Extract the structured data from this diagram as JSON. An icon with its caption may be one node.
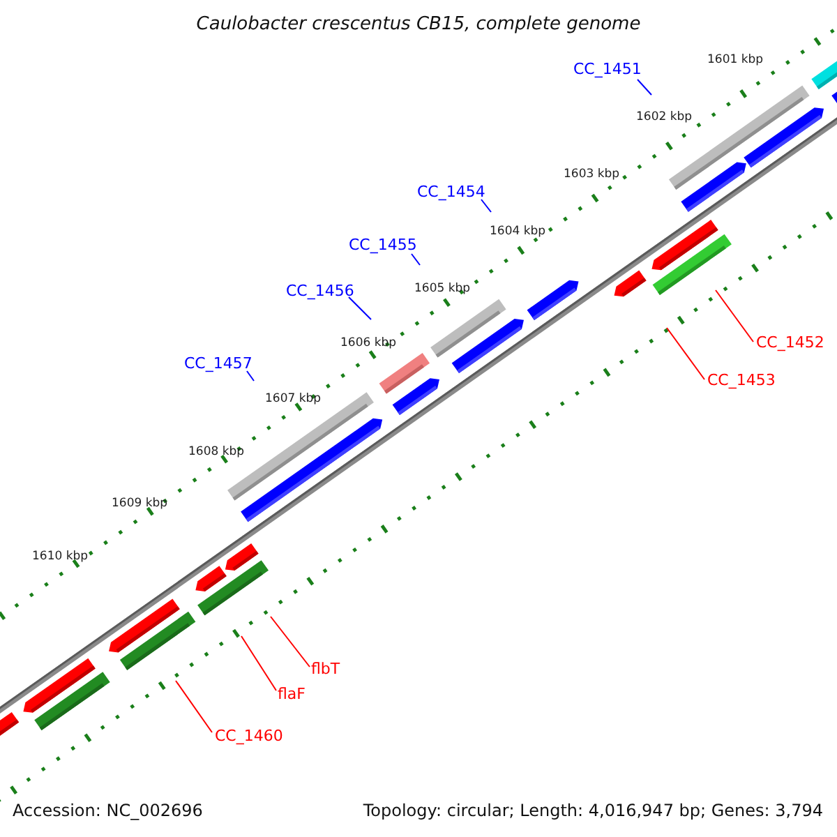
{
  "diagram": {
    "title": "Caulobacter crescentus CB15, complete genome",
    "nodes": [
      {
        "text": [
          "CC_1451"
        ]
      },
      {
        "text": [
          "CC_1454"
        ]
      },
      {
        "text": [
          "CC_1455"
        ]
      },
      {
        "text": [
          "CC_1456"
        ]
      },
      {
        "text": [
          "CC_1452"
        ]
      },
      {
        "text": [
          "CC_1457"
        ]
      },
      {
        "text": [
          "CC_1453"
        ]
      },
      {
        "text": [
          "flbT"
        ]
      },
      {
        "text": [
          "flaF"
        ]
      },
      {
        "text": [
          "CC_1460"
        ]
      }
    ],
    "edges": [
      {
        "from": 0,
        "to": null,
        "arrow": "none",
        "color": "#0000ff"
      },
      {
        "from": 1,
        "to": null,
        "arrow": "none",
        "color": "#0000ff"
      },
      {
        "from": 2,
        "to": null,
        "arrow": "none",
        "color": "#0000ff"
      },
      {
        "from": 3,
        "to": null,
        "arrow": "none",
        "color": "#0000ff"
      },
      {
        "from": 4,
        "to": null,
        "arrow": "none",
        "color": "#ff0000"
      },
      {
        "from": 5,
        "to": null,
        "arrow": "none",
        "color": "#0000ff"
      },
      {
        "from": 6,
        "to": null,
        "arrow": "none",
        "color": "#ff0000"
      },
      {
        "from": 7,
        "to": null,
        "arrow": "none",
        "color": "#ff0000"
      },
      {
        "from": 8,
        "to": null,
        "arrow": "none",
        "color": "#ff0000"
      },
      {
        "from": 9,
        "to": null,
        "arrow": "none",
        "color": "#ff0000"
      }
    ],
    "labels": [
      "1601 kbp",
      "1602 kbp",
      "1603 kbp",
      "1604 kbp",
      "1605 kbp",
      "1606 kbp",
      "1607 kbp",
      "1608 kbp",
      "1609 kbp",
      "1610 kbp",
      "Accession: NC_002696",
      "Topology: circular; Length: 4,016,947 bp; Genes: 3,794"
    ]
  }
}
